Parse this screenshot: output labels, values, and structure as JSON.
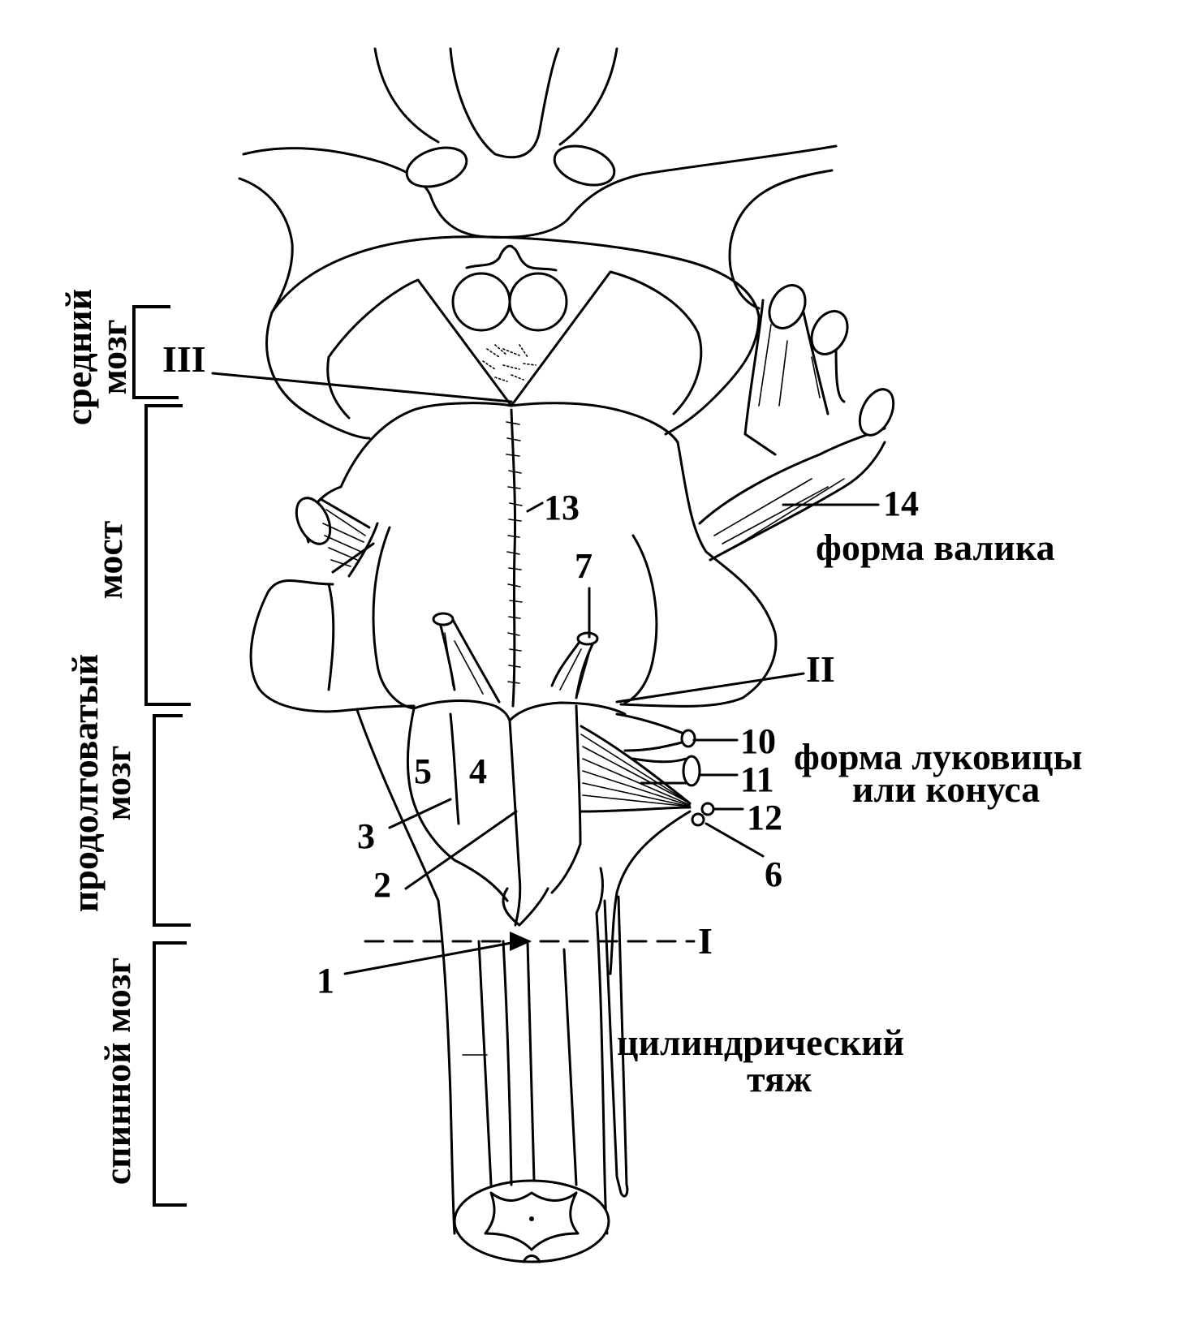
{
  "colors": {
    "ink": "#000000",
    "paper": "#ffffff"
  },
  "regions": {
    "midbrain": [
      "средний",
      "мозг"
    ],
    "pons": "мост",
    "medulla": [
      "продолговатый",
      "мозг"
    ],
    "spinal_cord": "спинной мозг"
  },
  "numbers": {
    "n1": "1",
    "n2": "2",
    "n3": "3",
    "n4": "4",
    "n5": "5",
    "n6": "6",
    "n7": "7",
    "n10": "10",
    "n11": "11",
    "n12": "12",
    "n13": "13",
    "n14": "14"
  },
  "romans": {
    "r1": "I",
    "r2": "II",
    "r3": "III"
  },
  "shapes": {
    "roller": "форма валика",
    "bulb_line1": "форма луковицы",
    "bulb_line2": "или конуса",
    "cord_line1": "цилиндрический",
    "cord_line2": "тяж"
  }
}
